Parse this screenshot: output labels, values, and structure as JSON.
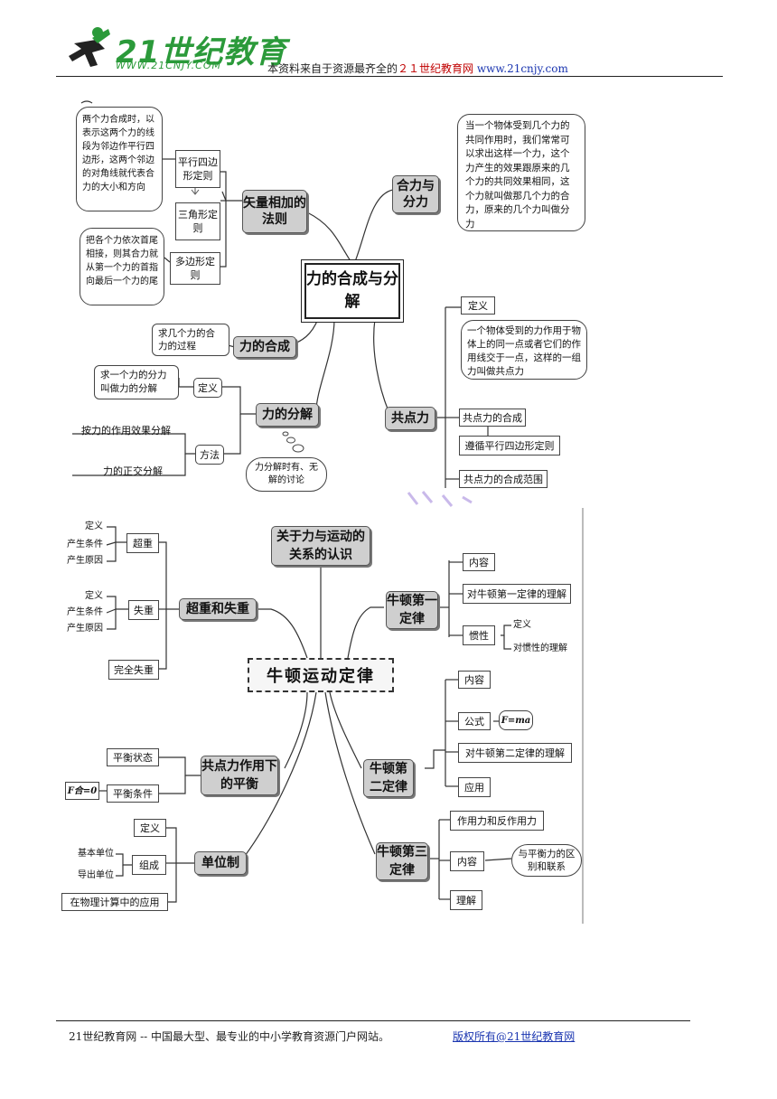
{
  "header": {
    "logo_text": "21世纪教育",
    "logo_sub": "WWW.21CNJY.COM",
    "note_prefix": "本资料来自于资源最齐全的",
    "note_red": "２１世纪教育网",
    "note_url": "www.21cnjy.com"
  },
  "map1": {
    "center": "力的合成与分解",
    "branches": {
      "vector_rule": "矢量相加的法则",
      "parallelogram": "平行四边形定则",
      "triangle": "三角形定则",
      "polygon": "多边形定则",
      "parallelogram_desc": "两个力合成时，以表示这两个力的线段为邻边作平行四边形，这两个邻边的对角线就代表合力的大小和方向",
      "polygon_desc": "把各个力依次首尾相接，则其合力就从第一个力的首指向最后一个力的尾",
      "resultant": "合力与分力",
      "resultant_desc": "当一个物体受到几个力的共同作用时，我们常常可以求出这样一个力，这个力产生的效果跟原来的几个力的共同效果相同，这个力就叫做那几个力的合力，原来的几个力叫做分力",
      "composition": "力的合成",
      "composition_desc": "求几个力的合力的过程",
      "decomposition": "力的分解",
      "definition": "定义",
      "decomp_desc": "求一个力的分力叫做力的分解",
      "method": "方法",
      "method_effect": "按力的作用效果分解",
      "method_ortho": "力的正交分解",
      "decomp_cloud": "力分解时有、无解的讨论",
      "concurrent": "共点力",
      "concurrent_def": "定义",
      "concurrent_desc": "一个物体受到的力作用于物体上的同一点或者它们的作用线交于一点，这样的一组力叫做共点力",
      "concurrent_comp": "共点力的合成",
      "concurrent_rule": "遵循平行四边形定则",
      "concurrent_range": "共点力的合成范围"
    }
  },
  "map2": {
    "center": "牛顿运动定律",
    "relation": "关于力与运动的关系的认识",
    "overweight_group": "超重和失重",
    "overweight": "超重",
    "underweight": "失重",
    "weightless": "完全失重",
    "sub_def": "定义",
    "sub_cond": "产生条件",
    "sub_cause": "产生原因",
    "equilibrium": "共点力作用下的平衡",
    "eq_state": "平衡状态",
    "eq_cond": "平衡条件",
    "eq_formula": "F合=0",
    "units": "单位制",
    "units_def": "定义",
    "units_comp": "组成",
    "units_base": "基本单位",
    "units_derived": "导出单位",
    "units_app": "在物理计算中的应用",
    "law1": "牛顿第一定律",
    "law1_content": "内容",
    "law1_understand": "对牛顿第一定律的理解",
    "inertia": "惯性",
    "inertia_def": "定义",
    "inertia_understand": "对惯性的理解",
    "law2": "牛顿第二定律",
    "law2_content": "内容",
    "law2_formula_label": "公式",
    "law2_formula": "F=ma",
    "law2_understand": "对牛顿第二定律的理解",
    "law2_app": "应用",
    "law3": "牛顿第三定律",
    "law3_action": "作用力和反作用力",
    "law3_content": "内容",
    "law3_cloud": "与平衡力的区别和联系",
    "law3_understand": "理解"
  },
  "footer": {
    "left": "21世纪教育网 -- 中国最大型、最专业的中小学教育资源门户网站。",
    "right": "版权所有@21世纪教育网"
  }
}
